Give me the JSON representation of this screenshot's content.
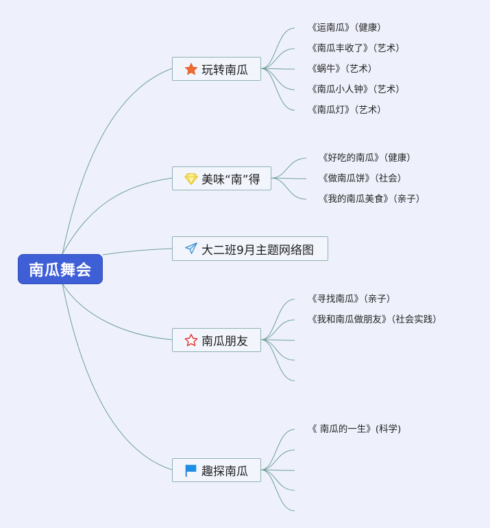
{
  "root": {
    "label": "南瓜舞会"
  },
  "branches": [
    {
      "label": "玩转南瓜",
      "icon": "orange-star-icon",
      "leaves": [
        "《运南瓜》（健康）",
        "《南瓜丰收了》（艺术）",
        "《蜗牛》（艺术）",
        "《南瓜小人钟》（艺术）",
        "《南瓜灯》（艺术）"
      ]
    },
    {
      "label": "美味“南”得",
      "icon": "yellow-diamond-icon",
      "leaves": [
        "《好吃的南瓜》（健康）",
        "《做南瓜饼》（社会）",
        "《我的南瓜美食》（亲子）"
      ]
    },
    {
      "label": "大二班9月主题网络图",
      "icon": "paper-plane-icon",
      "leaves": []
    },
    {
      "label": "南瓜朋友",
      "icon": "red-star-outline-icon",
      "leaves": [
        "《寻找南瓜》（亲子）",
        "《我和南瓜做朋友》（社会实践）",
        "",
        "",
        ""
      ]
    },
    {
      "label": "趣探南瓜",
      "icon": "blue-flag-icon",
      "leaves": [
        "《 南瓜的一生》(科学)",
        "",
        "",
        "",
        ""
      ]
    }
  ]
}
